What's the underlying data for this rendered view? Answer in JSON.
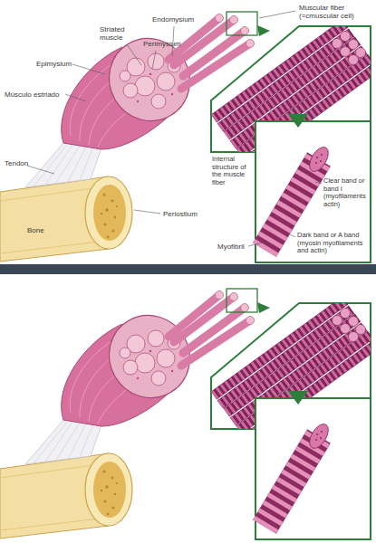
{
  "diagram": {
    "labels": [
      "Endomysium",
      "Muscular fiber (=cmuscular cell)",
      "Striated muscle",
      "Perimysium",
      "Epimysium",
      "Músculo estriado",
      "Internal structure of the muscle fiber",
      "Tendon",
      "Periostium",
      "Clear band or band I (myofilaments actin)",
      "Bone",
      "Myofibril",
      "Dark band or A band (myosin myofilaments and actin)"
    ]
  }
}
